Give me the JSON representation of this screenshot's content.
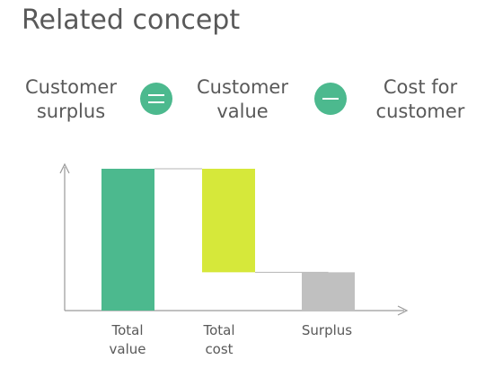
{
  "title": "Related concept",
  "formula": {
    "term1": {
      "line1": "Customer",
      "line2": "surplus"
    },
    "term2": {
      "line1": "Customer",
      "line2": "value"
    },
    "term3": {
      "line1": "Cost for",
      "line2": "customer"
    },
    "operator1": "equals-sign-icon",
    "operator2": "minus-sign-icon"
  },
  "colors": {
    "operator": "#4cb98e",
    "total_value": "#4cb98e",
    "total_cost": "#d6e83a",
    "surplus": "#c0c0c0",
    "axis": "#9a9a9a",
    "connector": "#b5b5b5"
  },
  "chart_data": {
    "type": "bar",
    "variant": "waterfall",
    "categories": [
      {
        "line1": "Total",
        "line2": "value"
      },
      {
        "line1": "Total",
        "line2": "cost"
      },
      {
        "line1": "Surplus",
        "line2": ""
      }
    ],
    "bars": [
      {
        "from": 0,
        "to": 100
      },
      {
        "from": 27,
        "to": 100
      },
      {
        "from": 0,
        "to": 27
      }
    ],
    "ylim": [
      0,
      100
    ],
    "title": "",
    "xlabel": "",
    "ylabel": "",
    "grid": false
  }
}
